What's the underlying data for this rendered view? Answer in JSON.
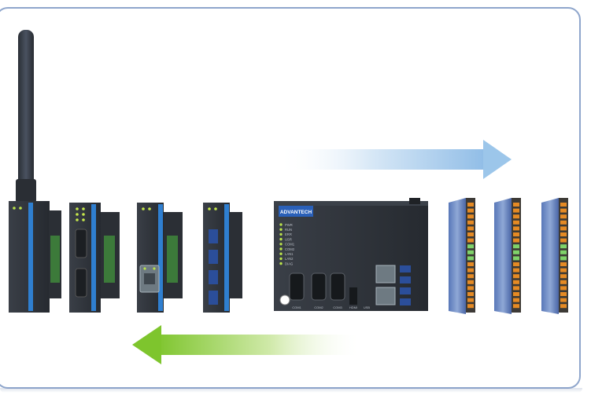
{
  "scene": {
    "frame_color": "#8fa6cc",
    "module_body_color": "#2f343b",
    "accent_blue": "#2f7fd0",
    "upper_arrow": {
      "direction": "right",
      "color": "#9fc6e8"
    },
    "lower_arrow": {
      "direction": "left",
      "color": "#8fcf3c"
    }
  },
  "controller": {
    "brand_label": "ADVANTECH",
    "led_labels": [
      "PWR",
      "RUN",
      "ERR",
      "USR",
      "COM1",
      "COM2",
      "LAN1",
      "LAN2",
      "DIAG"
    ],
    "port_labels": [
      "COM1",
      "COM2",
      "COM3",
      "HDMI",
      "USB"
    ]
  },
  "modules": [
    {
      "name": "wireless-module",
      "icon": "antenna"
    },
    {
      "name": "serial-module",
      "icon": "db9-ports"
    },
    {
      "name": "ethernet-module",
      "icon": "rj45-port"
    },
    {
      "name": "usb-module",
      "icon": "usb-ports"
    }
  ],
  "io_modules": [
    {
      "name": "io-module-1",
      "icon": "terminal-block"
    },
    {
      "name": "io-module-2",
      "icon": "terminal-block"
    },
    {
      "name": "io-module-3",
      "icon": "terminal-block"
    }
  ]
}
